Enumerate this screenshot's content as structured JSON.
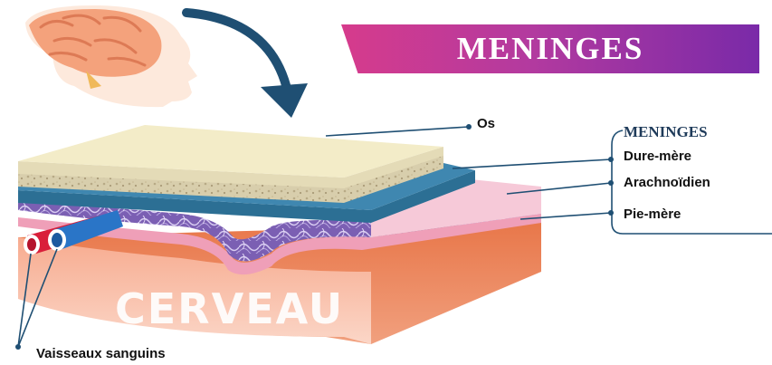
{
  "title": "MENINGES",
  "legend": {
    "title": "MENINGES",
    "items": [
      {
        "label": "Dure-mère"
      },
      {
        "label": "Arachnoïdien"
      },
      {
        "label": "Pie-mère"
      }
    ]
  },
  "labels": {
    "bone": "Os",
    "brain": "CERVEAU",
    "vessels": "Vaisseaux sanguins"
  },
  "colors": {
    "banner_start": "#d63b8c",
    "banner_end": "#7a2aa8",
    "bone": "#f3ecc8",
    "dura": "#2c6f94",
    "arachnoid": "#7e63b8",
    "pia": "#ef9fb8",
    "brain": "#f7a88e",
    "arrow": "#1f4f73",
    "artery": "#d91f3a",
    "vein": "#2a75c7"
  }
}
